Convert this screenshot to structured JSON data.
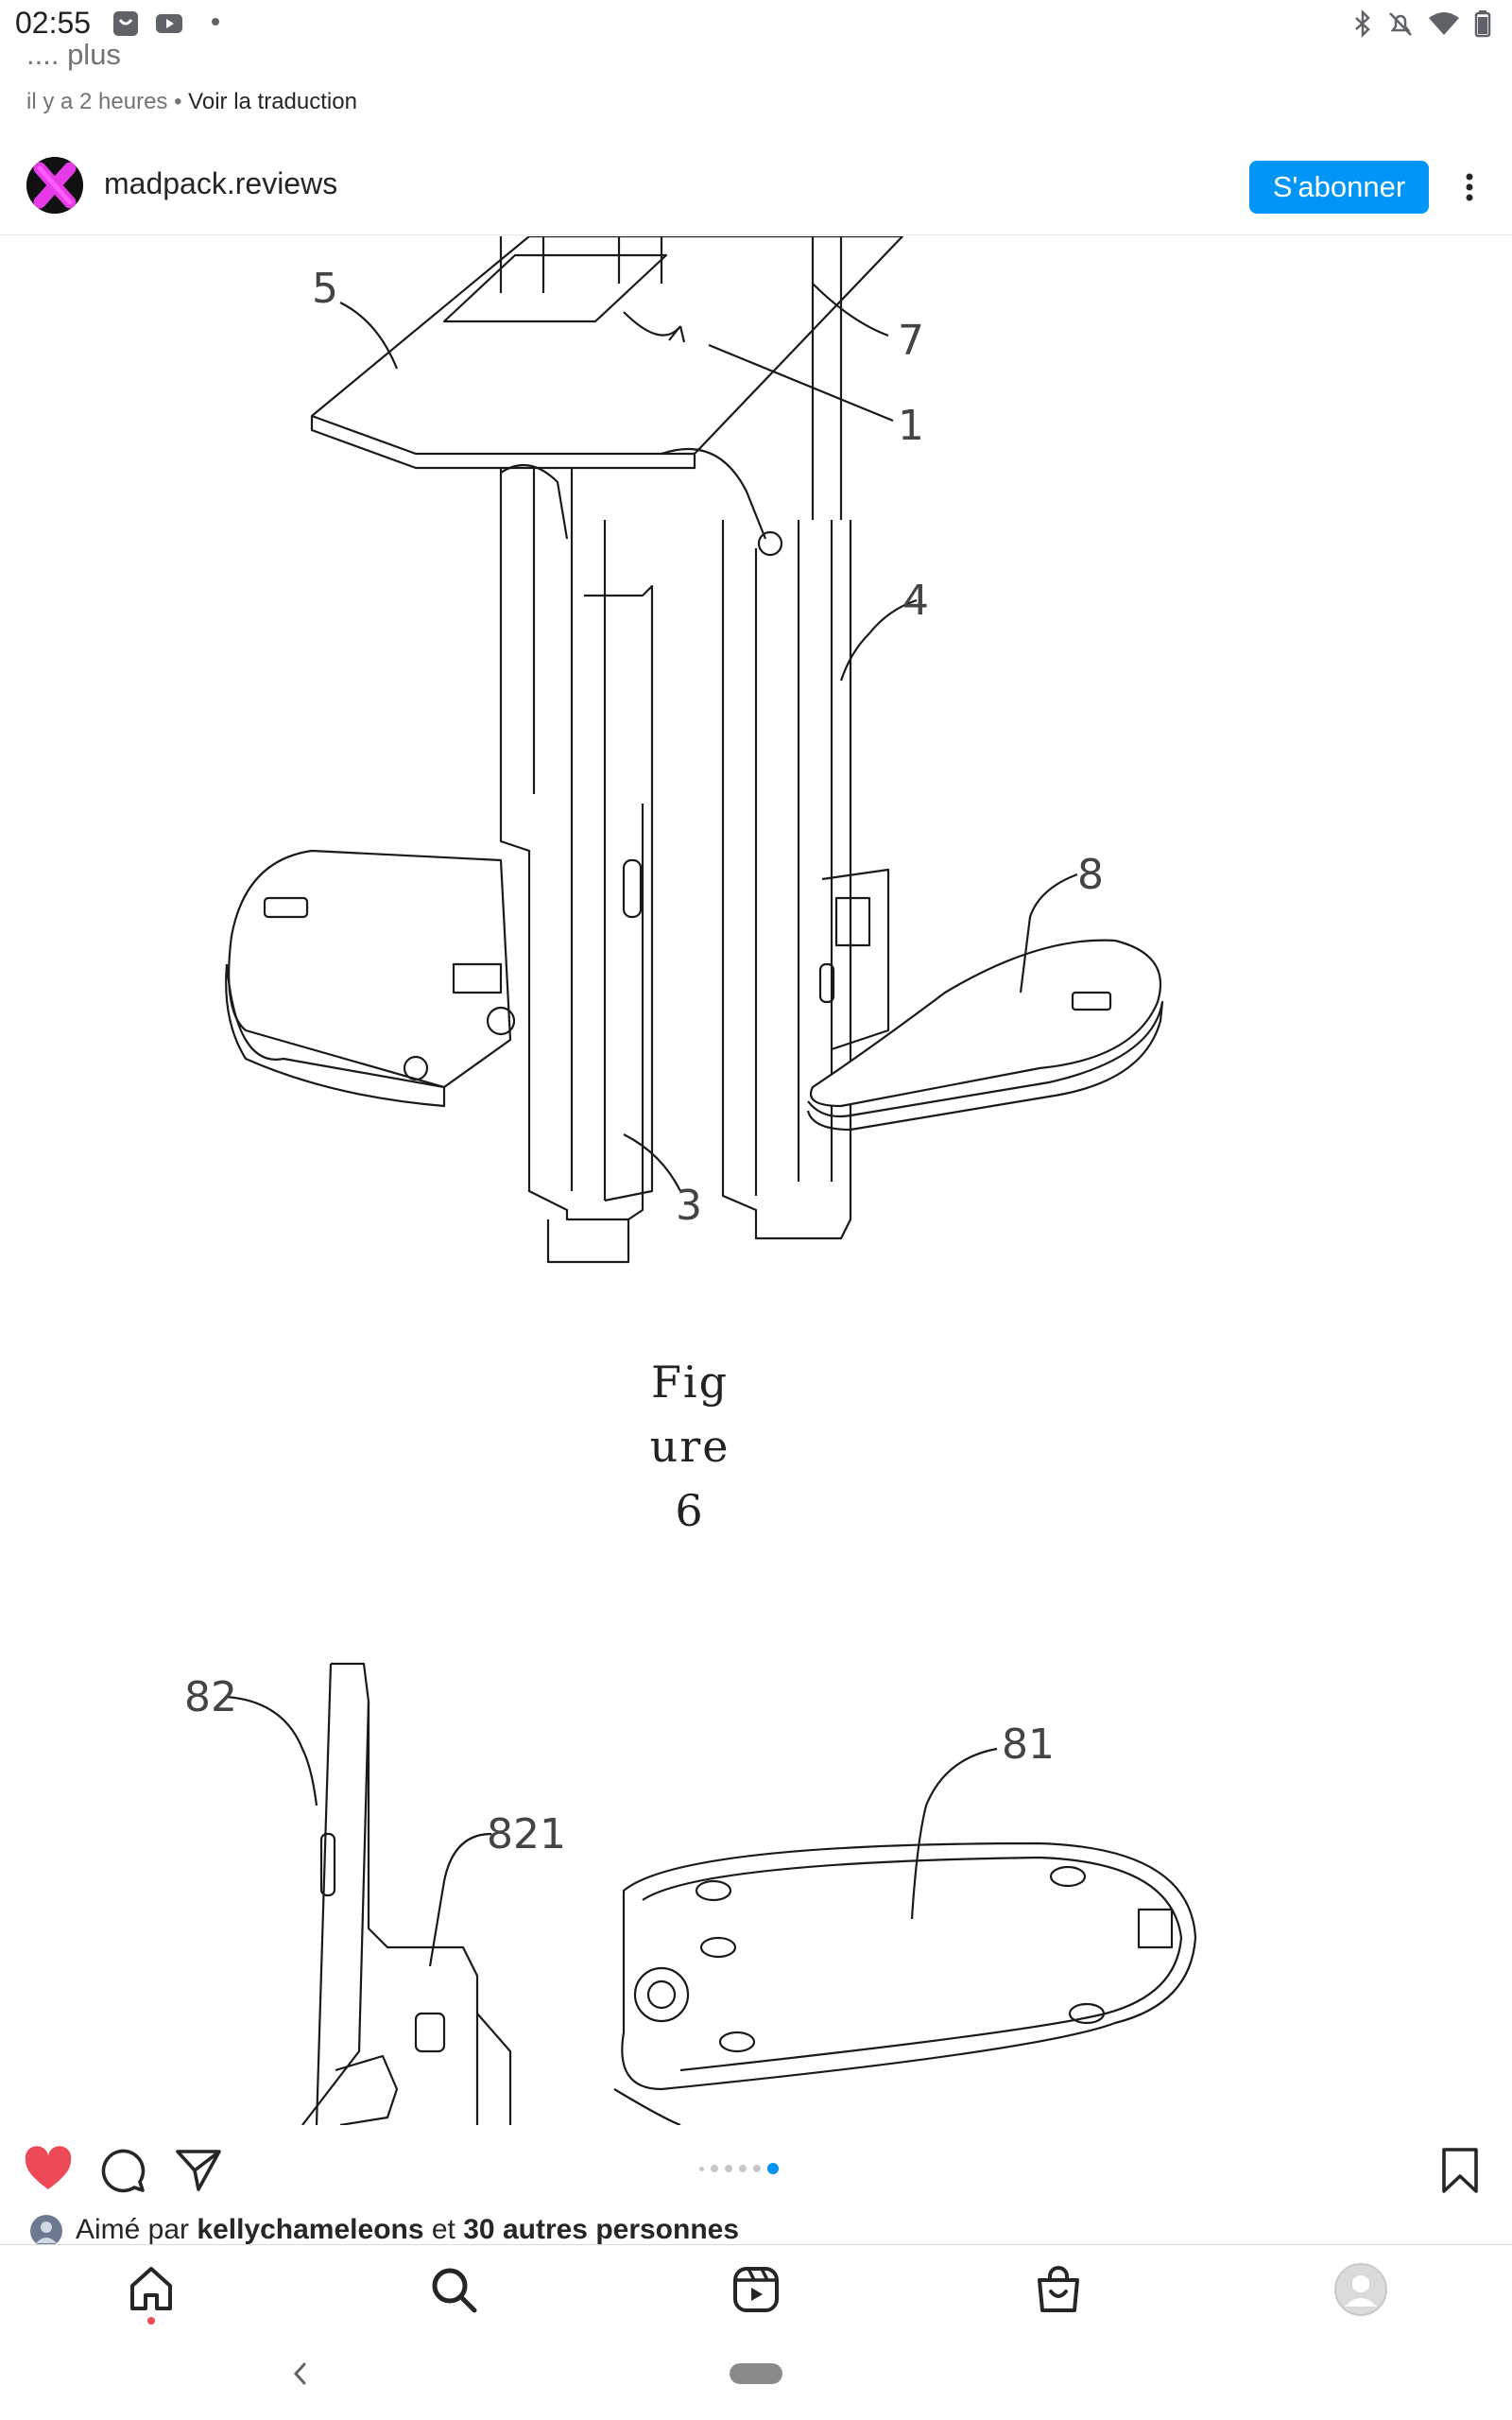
{
  "status_bar": {
    "time": "02:55",
    "left_icons": [
      "app-notification-icon",
      "youtube-icon",
      "dot-icon"
    ],
    "right_icons": [
      "bluetooth-icon",
      "notifications-off-icon",
      "wifi-icon",
      "battery-icon"
    ]
  },
  "caption": {
    "more_text": ".... plus",
    "time_ago": "il y a 2 heures",
    "separator": "•",
    "translate_link": "Voir la traduction"
  },
  "post_header": {
    "username": "madpack.reviews",
    "subscribe_label": "S'abonner",
    "more_icon": "more-vertical-icon"
  },
  "photo": {
    "figure_lines": [
      "Fig",
      "ure",
      "6"
    ],
    "labels": [
      "5",
      "7",
      "1",
      "4",
      "8",
      "3",
      "82",
      "821",
      "81"
    ]
  },
  "carousel": {
    "count": 6,
    "active_index": 5
  },
  "actions": {
    "icons": [
      "heart-icon",
      "comment-icon",
      "share-icon",
      "bookmark-icon"
    ],
    "liked_by_prefix": "Aimé par ",
    "liked_by_user": "kellychameleons",
    "liked_by_middle": " et ",
    "liked_by_count": "30 autres personnes"
  },
  "bottom_nav": {
    "items": [
      "home-icon",
      "search-icon",
      "reels-icon",
      "shop-icon",
      "profile-icon"
    ]
  },
  "colors": {
    "accent": "#0095f6",
    "like": "#ed4956",
    "text": "#262626",
    "muted": "#737373"
  }
}
